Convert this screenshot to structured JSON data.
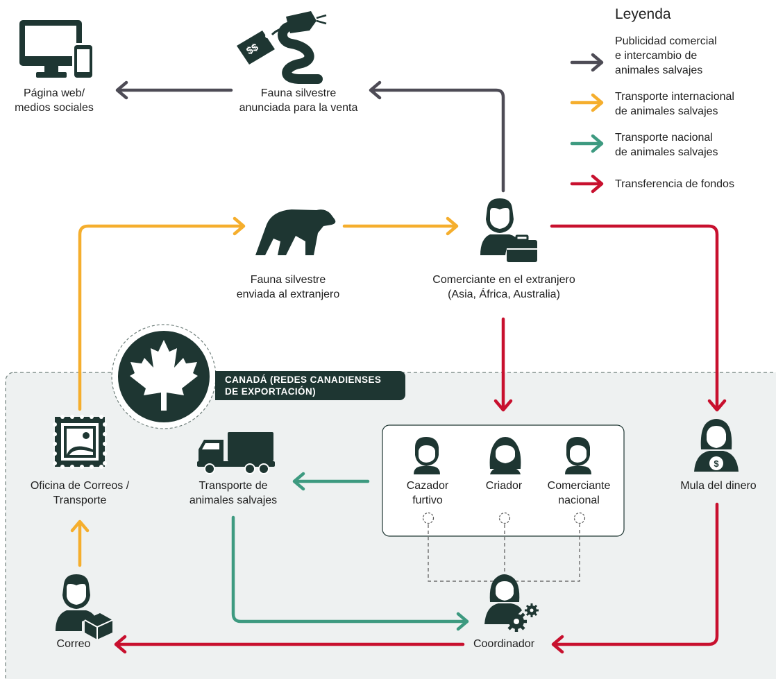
{
  "legend": {
    "title": "Leyenda",
    "items": [
      {
        "lines": [
          "Publicidad comercial",
          "e intercambio de",
          "animales salvajes"
        ],
        "color": "#4d4b55"
      },
      {
        "lines": [
          "Transporte internacional",
          "de animales salvajes"
        ],
        "color": "#f5ae2d"
      },
      {
        "lines": [
          "Transporte nacional",
          "de animales salvajes"
        ],
        "color": "#3d9a80"
      },
      {
        "lines": [
          "Transferencia de fondos"
        ],
        "color": "#c8102e"
      }
    ]
  },
  "region": {
    "line1": "CANADÁ (REDES CANADIENSES",
    "line2": "DE EXPORTACIÓN)"
  },
  "nodes": {
    "website": {
      "line1": "Página web/",
      "line2": "medios sociales",
      "icon": "computer-icon"
    },
    "advertised": {
      "line1": "Fauna silvestre",
      "line2": "anunciada para la venta",
      "icon": "snake-price-tag-icon",
      "tag": "$$"
    },
    "shipped": {
      "line1": "Fauna silvestre",
      "line2": "enviada al extranjero",
      "icon": "polar-bear-icon"
    },
    "foreign_trader": {
      "line1": "Comerciante en el extranjero",
      "line2": "(Asia, África, Australia)",
      "icon": "person-briefcase-icon"
    },
    "poacher": {
      "line1": "Cazador",
      "line2": "furtivo",
      "icon": "person-icon"
    },
    "breeder": {
      "line1": "Criador",
      "icon": "woman-icon"
    },
    "domestic_trader": {
      "line1": "Comerciante",
      "line2": "nacional",
      "icon": "person-icon"
    },
    "money_mule": {
      "line1": "Mula del dinero",
      "icon": "woman-coin-icon",
      "symbol": "$"
    },
    "transport": {
      "line1": "Transporte de",
      "line2": "animales salvajes",
      "icon": "truck-icon"
    },
    "post_office": {
      "line1": "Oficina de Correos /",
      "line2": "Transporte",
      "icon": "stamp-icon"
    },
    "mail": {
      "line1": "Correo",
      "icon": "person-package-icon"
    },
    "coordinator": {
      "line1": "Coordinador",
      "icon": "woman-gears-icon"
    }
  },
  "colors": {
    "gray": "#4d4b55",
    "orange": "#f5ae2d",
    "green": "#3d9a80",
    "red": "#c8102e",
    "dark": "#1e3632",
    "region_bg": "#eef1f1"
  }
}
